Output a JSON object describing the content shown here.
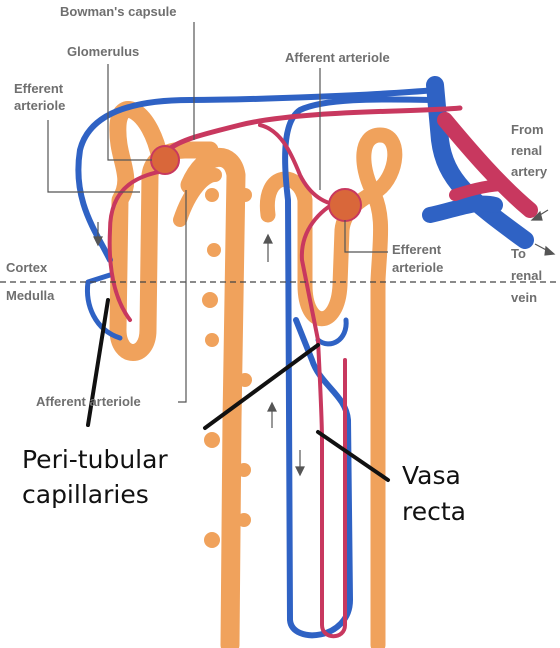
{
  "labels": {
    "bowmans_capsule": "Bowman's capsule",
    "glomerulus": "Glomerulus",
    "efferent_arteriole_left_1": "Efferent",
    "efferent_arteriole_left_2": "arteriole",
    "afferent_arteriole_top": "Afferent arteriole",
    "from_renal_artery_1": "From",
    "from_renal_artery_2": "renal",
    "from_renal_artery_3": "artery",
    "cortex": "Cortex",
    "medulla": "Medulla",
    "efferent_arteriole_right_1": "Efferent",
    "efferent_arteriole_right_2": "arteriole",
    "to_renal_vein_1": "To",
    "to_renal_vein_2": "renal",
    "to_renal_vein_3": "vein",
    "afferent_arteriole_bottom": "Afferent arteriole",
    "peritubular_1": "Peri-tubular",
    "peritubular_2": "capillaries",
    "vasa_recta_1": "Vasa",
    "vasa_recta_2": "recta"
  },
  "colors": {
    "tubule": "#f0a25c",
    "tubule_dark": "#d98a45",
    "artery": "#c8385f",
    "vein": "#2f62c4",
    "glomerulus": "#d9673a",
    "label_gray": "#6f6f6f",
    "annotation": "#111111"
  }
}
